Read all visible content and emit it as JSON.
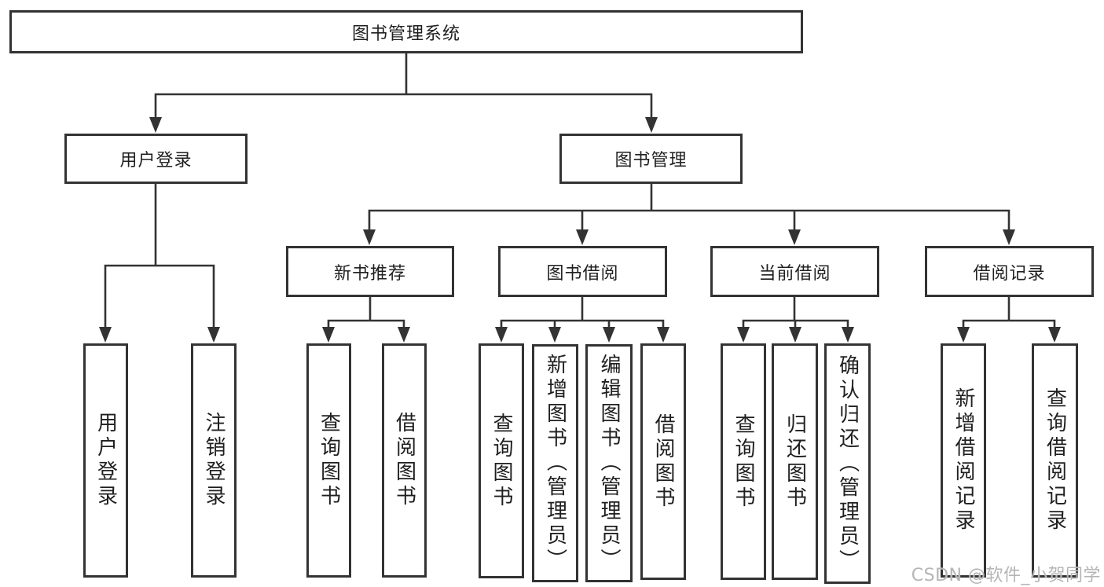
{
  "diagram": {
    "root": {
      "label": "图书管理系统",
      "children": [
        {
          "label": "用户登录",
          "children": [
            {
              "label": "用户登录"
            },
            {
              "label": "注销登录"
            }
          ]
        },
        {
          "label": "图书管理",
          "children": [
            {
              "label": "新书推荐",
              "children": [
                {
                  "label": "查询图书"
                },
                {
                  "label": "借阅图书"
                }
              ]
            },
            {
              "label": "图书借阅",
              "children": [
                {
                  "label": "查询图书"
                },
                {
                  "label": "新增图书（管理员）"
                },
                {
                  "label": "编辑图书（管理员）"
                },
                {
                  "label": "借阅图书"
                }
              ]
            },
            {
              "label": "当前借阅",
              "children": [
                {
                  "label": "查询图书"
                },
                {
                  "label": "归还图书"
                },
                {
                  "label": "确认归还（管理员）"
                }
              ]
            },
            {
              "label": "借阅记录",
              "children": [
                {
                  "label": "新增借阅记录"
                },
                {
                  "label": "查询借阅记录"
                }
              ]
            }
          ]
        }
      ]
    }
  },
  "watermark": {
    "text": "CSDN @软件_小贺同学"
  },
  "colors": {
    "line": "#333333",
    "box_border": "#333333",
    "box_background": "#ffffff",
    "text": "#1f1f1f",
    "watermark": "#b5b5b5",
    "background": "#ffffff"
  }
}
